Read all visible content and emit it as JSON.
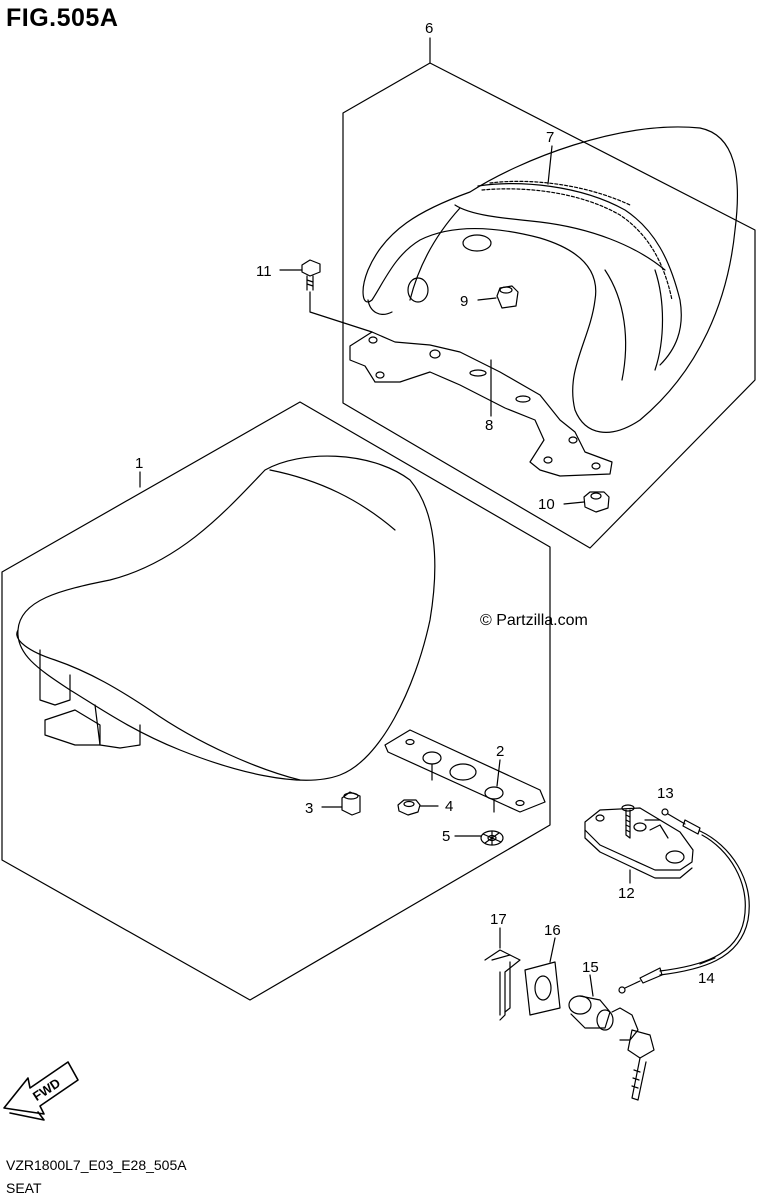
{
  "figure": {
    "title": "FIG.505A",
    "watermark": "© Partzilla.com",
    "code": "VZR1800L7_E03_E28_505A",
    "caption": "SEAT",
    "fwd_label": "FWD"
  },
  "callouts": [
    {
      "id": "1",
      "label": "1"
    },
    {
      "id": "2",
      "label": "2"
    },
    {
      "id": "3",
      "label": "3"
    },
    {
      "id": "4",
      "label": "4"
    },
    {
      "id": "5",
      "label": "5"
    },
    {
      "id": "6",
      "label": "6"
    },
    {
      "id": "7",
      "label": "7"
    },
    {
      "id": "8",
      "label": "8"
    },
    {
      "id": "9",
      "label": "9"
    },
    {
      "id": "10",
      "label": "10"
    },
    {
      "id": "11",
      "label": "11"
    },
    {
      "id": "12",
      "label": "12"
    },
    {
      "id": "13",
      "label": "13"
    },
    {
      "id": "14",
      "label": "14"
    },
    {
      "id": "15",
      "label": "15"
    },
    {
      "id": "16",
      "label": "16"
    },
    {
      "id": "17",
      "label": "17"
    }
  ],
  "colors": {
    "line": "#000000",
    "background": "#ffffff"
  }
}
